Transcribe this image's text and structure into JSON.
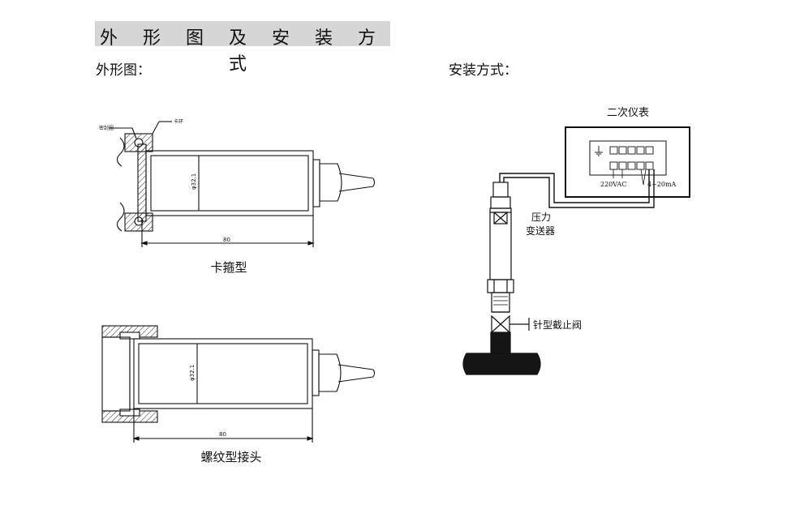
{
  "header": {
    "title": "外 形 图 及 安 装 方 式",
    "outline_label": "外形图：",
    "install_label": "安装方式："
  },
  "outline": {
    "clamp": {
      "caption": "卡箍型",
      "seal_label": "密封圈",
      "ring_label": "卡环",
      "dia_label": "φ32.1",
      "length_label": "80"
    },
    "thread": {
      "caption": "螺纹型接头",
      "dia_label": "φ32.1",
      "length_label": "80"
    }
  },
  "install": {
    "instrument_label": "二次仪表",
    "power_label": "220VAC",
    "signal_label": "4~20mA",
    "transmitter_label_1": "压力",
    "transmitter_label_2": "变送器",
    "valve_label": "针型截止阀"
  }
}
